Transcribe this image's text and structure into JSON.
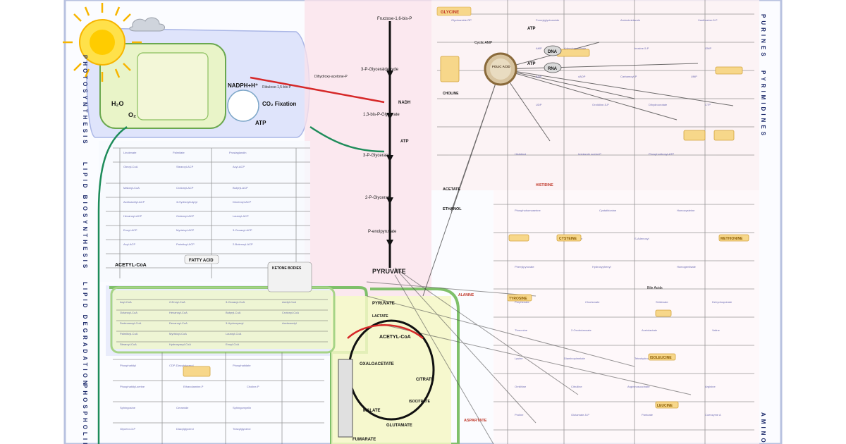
{
  "poster": {
    "side_labels": {
      "photosynthesis": "PHOTOSYNTHESIS",
      "lipid_biosynthesis": "LIPID BIOSYNTHESIS",
      "lipid_degradation": "LIPID DEGRADATION",
      "phospholipids": "PHOSPHOLIPI",
      "purines": "PURINES",
      "pyrimidines": "PYRIMIDINES",
      "amino": "AMINO"
    },
    "photosynthesis": {
      "h2o": "H₂O",
      "o2": "O₂",
      "nadph": "NADPH+H⁺",
      "co2_fixation": "CO₂\nFixation",
      "atp": "ATP",
      "ribulose": "Ribulose-1,5-bis-P"
    },
    "glycolysis": {
      "fructose": "Fructose-1,6-bis-P",
      "glyceraldehyde": "3-P-Glyceraldehyde",
      "dihydroxy": "Dihydroxy-acetone-P",
      "bisglycerate": "1,3-bis-P-Glycerate",
      "nadh": "NADH",
      "atp": "ATP",
      "pglycerate3": "3-P-Glycerate",
      "pglycerate2": "2-P-Glycerate",
      "pep": "P-enolpyruvate",
      "pyruvate": "PYRUVATE"
    },
    "lipids": {
      "fatty_acid": "FATTY ACID",
      "acetyl_coa": "ACETYL-CoA",
      "ketone_bodies": "KETONE BODIES"
    },
    "tca": {
      "pyruvate": "PYRUVATE",
      "lactate": "LACTATE",
      "acetyl_coa": "ACETYL-CoA",
      "oxaloacetate": "OXALOACETATE",
      "citrate": "CITRATE",
      "isocitrate": "ISOCITRATE",
      "malate": "MALATE",
      "glutamate": "GLUTAMATE",
      "fumarate": "FUMARATE"
    },
    "nucleotides": {
      "glycine": "GLYCINE",
      "folic_acid": "FOLIC ACID",
      "dna": "DNA",
      "rna": "RNA",
      "atp1": "ATP",
      "atp2": "ATP",
      "choline": "CHOLINE",
      "cyclic_amp": "Cyclic AMP"
    },
    "amino_acids": {
      "acetate": "ACETATE",
      "ethanol": "ETHANOL",
      "alanine": "ALANINE",
      "histidine": "HISTIDINE",
      "cysteine": "CYSTEINE",
      "methionine": "METHIONINE",
      "tyrosine": "TYROSINE",
      "isoleucine": "ISOLEUCINE",
      "leucine": "LEUCINE",
      "aspartate": "ASPARTATE",
      "bile_acids": "Bile Acids"
    }
  }
}
